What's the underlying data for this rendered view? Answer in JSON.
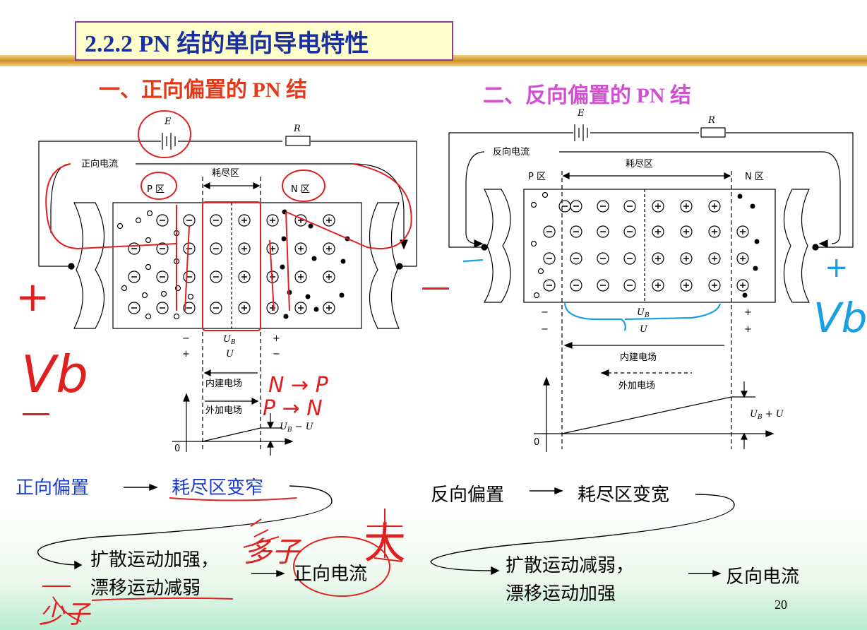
{
  "slide": {
    "title": "2.2.2   PN 结的单向导电特性",
    "page_number": "20"
  },
  "forward": {
    "heading": "一、正向偏置的 PN 结",
    "battery_label": "E",
    "resistor_label": "R",
    "current_label": "正向电流",
    "depletion_label": "耗尽区",
    "p_region": "P 区",
    "n_region": "N 区",
    "sign_left_top": "−",
    "sign_left_bot": "+",
    "sign_right_top": "+",
    "sign_right_bot": "−",
    "ub_label": "U",
    "ub_sub": "B",
    "u_label": "U",
    "builtin_field": "内建电场",
    "external_field": "外加电场",
    "potential_label": "U",
    "potential_sub": "B",
    "potential_suffix": " − U",
    "origin": "0",
    "summary_bias": "正向偏置",
    "summary_depletion": "耗尽区变窄",
    "summary_line1": "扩散运动加强，",
    "summary_line2": "漂移运动减弱",
    "summary_current": "正向电流"
  },
  "reverse": {
    "heading": "二、反向偏置的 PN 结",
    "battery_label": "E",
    "resistor_label": "R",
    "current_label": "反向电流",
    "depletion_label": "耗尽区",
    "p_region": "P 区",
    "n_region": "N 区",
    "sign_minus": "−",
    "sign_plus": "+",
    "ub_label": "U",
    "ub_sub": "B",
    "u_label": "U",
    "builtin_field": "内建电场",
    "external_field": "外加电场",
    "potential_label": "U",
    "potential_sub": "B",
    "potential_suffix": " + U",
    "origin": "0",
    "summary_bias": "反向偏置",
    "summary_depletion": "耗尽区变宽",
    "summary_line1": "扩散运动减弱，",
    "summary_line2": "漂移运动加强",
    "summary_current": "反向电流"
  },
  "annotations": {
    "left_plus": "+",
    "left_vb": "Vb",
    "left_minus": "—",
    "right_minus": "—",
    "right_plus": "+",
    "right_vb": "Vb",
    "n_to_p": "N → P",
    "p_to_n": "P → N",
    "handwritten_top": "多子",
    "handwritten_big": "大",
    "handwritten_bottom": "少子"
  },
  "colors": {
    "title_text": "#1a2fa0",
    "forward_heading": "#e03a1a",
    "reverse_heading": "#d050d0",
    "blue_text": "#1a3cc8",
    "red_ink": "#e02020",
    "cyan_ink": "#1aa0e0"
  }
}
